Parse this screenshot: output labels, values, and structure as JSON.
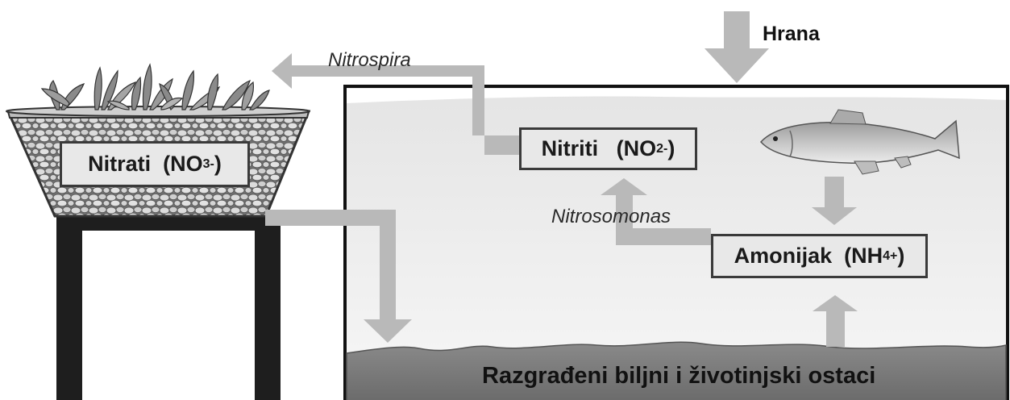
{
  "labels": {
    "food": "Hrana",
    "nitrospira": "Nitrospira",
    "nitrosomonas": "Nitrosomonas",
    "waste": "Razgrađeni biljni i životinjski ostaci"
  },
  "boxes": {
    "nitrates": {
      "name": "Nitrati",
      "formula_base": "NO",
      "formula_sub": "3",
      "formula_sup": "-"
    },
    "nitrites": {
      "name": "Nitriti",
      "formula_base": "NO",
      "formula_sub": "2",
      "formula_sup": "-"
    },
    "ammonia": {
      "name": "Amonijak",
      "formula_base": "NH",
      "formula_sub": "4",
      "formula_sup": "+"
    }
  }
}
